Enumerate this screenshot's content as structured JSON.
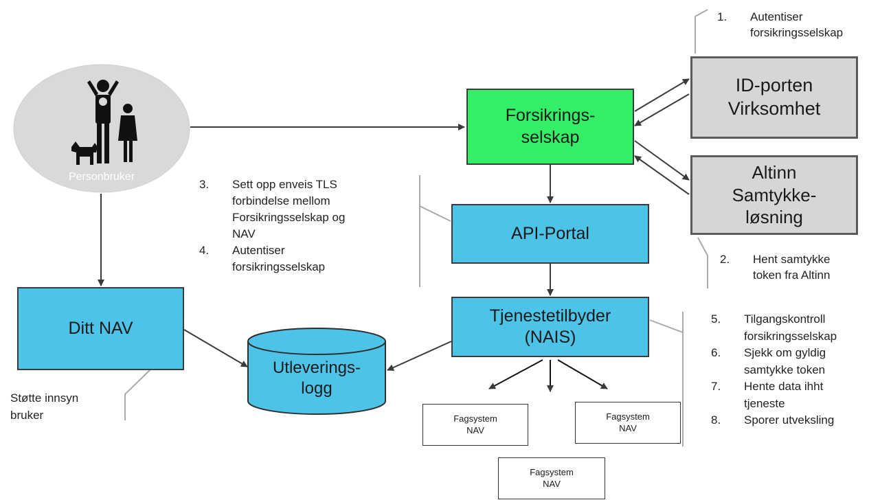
{
  "nodes": {
    "personbruker": "Personbruker",
    "forsikringsselskap": [
      "Forsikrings-",
      "selskap"
    ],
    "id_porten": [
      "ID-porten",
      "Virksomhet"
    ],
    "altinn": [
      "Altinn",
      "Samtykke-",
      "løsning"
    ],
    "api_portal": "API-Portal",
    "tjenestetilbyder": [
      "Tjenestetilbyder",
      "(NAIS)"
    ],
    "ditt_nav": "Ditt NAV",
    "utleveringslogg": [
      "Utleverings-",
      "logg"
    ],
    "fagsystem": [
      "Fagsystem",
      "NAV"
    ]
  },
  "notes": {
    "step1": [
      {
        "num": "1.",
        "text": "Autentiser"
      },
      {
        "num": "",
        "text": "forsikringsselskap"
      }
    ],
    "step2": [
      {
        "num": "2.",
        "text": "Hent samtykke"
      },
      {
        "num": "",
        "text": "token fra Altinn"
      }
    ],
    "steps34": [
      {
        "num": "3.",
        "text": "Sett opp enveis TLS"
      },
      {
        "num": "",
        "text": "forbindelse mellom"
      },
      {
        "num": "",
        "text": "Forsikringsselskap og"
      },
      {
        "num": "",
        "text": "NAV"
      },
      {
        "num": "4.",
        "text": "Autentiser"
      },
      {
        "num": "",
        "text": "forsikringsselskap"
      }
    ],
    "steps58": [
      {
        "num": "5.",
        "text": "Tilgangskontroll"
      },
      {
        "num": "",
        "text": "forsikringsselskap"
      },
      {
        "num": "6.",
        "text": "Sjekk om gyldig"
      },
      {
        "num": "",
        "text": "samtykke token"
      },
      {
        "num": "7.",
        "text": "Hente data ihht"
      },
      {
        "num": "",
        "text": "tjeneste"
      },
      {
        "num": "8.",
        "text": "Sporer utveksling"
      }
    ],
    "stotte": [
      "Støtte innsyn",
      "bruker"
    ]
  },
  "colors": {
    "blue_box": "#4dc3e8",
    "green_box": "#33ee66",
    "grey_box": "#d6d6d6",
    "ellipse": "#d9d9d9",
    "arrow": "#3a3a3a"
  }
}
